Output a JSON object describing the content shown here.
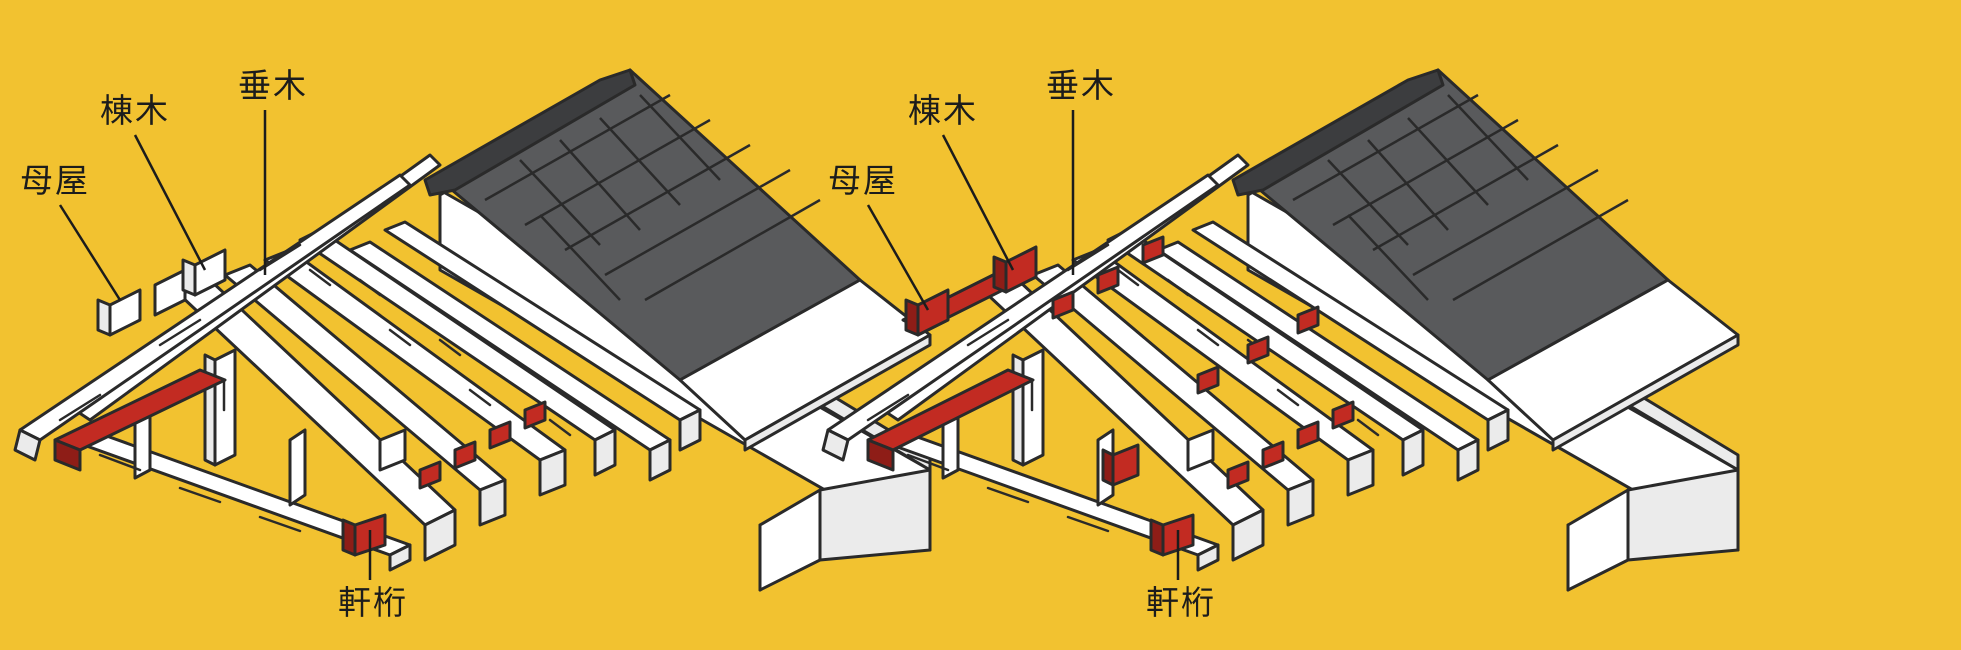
{
  "diagrams": [
    {
      "labels": {
        "moya": "母屋",
        "munagi": "棟木",
        "taruki": "垂木",
        "nokigeta": "軒桁"
      },
      "highlighted": [
        "nokigeta"
      ]
    },
    {
      "labels": {
        "moya": "母屋",
        "munagi": "棟木",
        "taruki": "垂木",
        "nokigeta": "軒桁"
      },
      "highlighted": [
        "moya",
        "munagi",
        "nokigeta"
      ]
    }
  ],
  "colors": {
    "background": "#f2c230",
    "highlight": "#c22b22",
    "timber": "#ffffff",
    "roof_tile": "#595a5c"
  }
}
